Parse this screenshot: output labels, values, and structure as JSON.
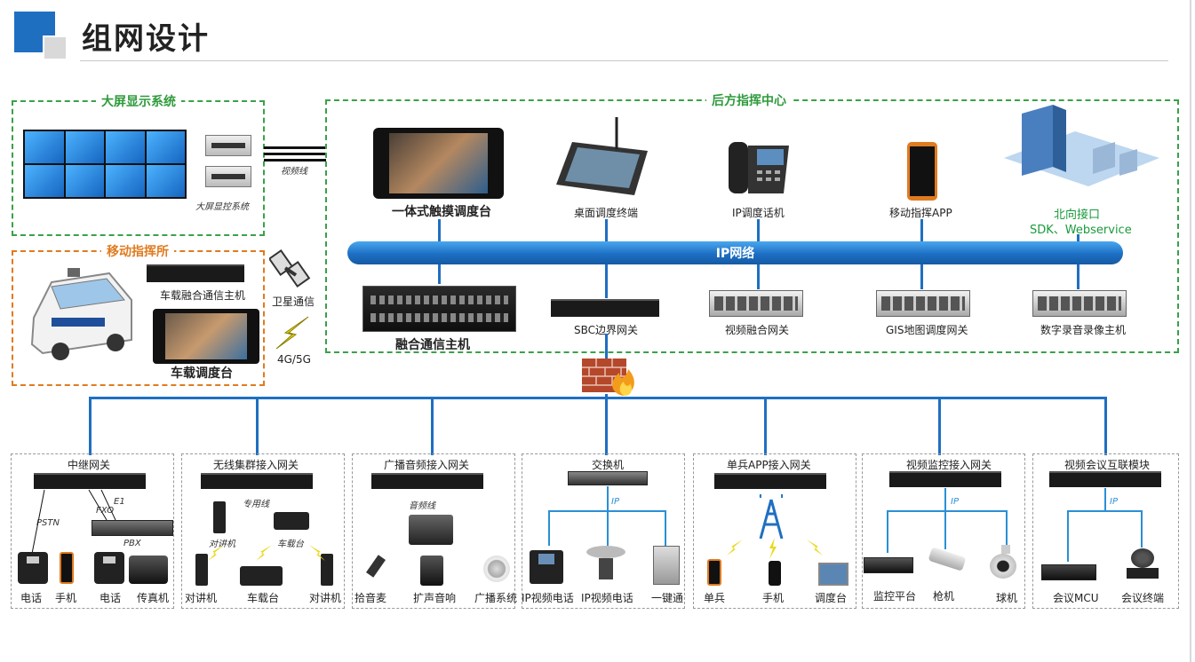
{
  "header": {
    "title": "组网设计"
  },
  "big_screen": {
    "title": "大屏显示系统",
    "ctrl_label": "大屏显控系统",
    "cable_label": "视频线"
  },
  "mobile_post": {
    "title": "移动指挥所",
    "host_label": "车载融合通信主机",
    "console_label": "车载调度台",
    "sat_label": "卫星通信",
    "cell_label": "4G/5G"
  },
  "rear_center": {
    "title": "后方指挥中心",
    "top_devices": [
      "一体式触摸调度台",
      "桌面调度终端",
      "IP调度话机",
      "移动指挥APP"
    ],
    "north_label": "北向接口",
    "north_sub": "SDK、Webservice",
    "ip_network": "IP网络",
    "bottom_devices": [
      "融合通信主机",
      "SBC边界网关",
      "视频融合网关",
      "GIS地图调度网关",
      "数字录音录像主机"
    ]
  },
  "gateways": [
    {
      "title": "中继网关",
      "labels": [
        "PSTN",
        "FXO",
        "E1",
        "PBX"
      ],
      "devices": [
        "电话",
        "手机",
        "电话",
        "传真机"
      ]
    },
    {
      "title": "无线集群接入网关",
      "labels": [
        "专用线",
        "对讲机",
        "车载台"
      ],
      "devices": [
        "对讲机",
        "车载台",
        "对讲机"
      ]
    },
    {
      "title": "广播音频接入网关",
      "labels": [
        "音频线"
      ],
      "devices": [
        "拾音麦",
        "扩声音响",
        "广播系统"
      ]
    },
    {
      "title": "交换机",
      "labels": [
        "IP"
      ],
      "devices": [
        "IP视频电话",
        "IP视频电话",
        "一键通"
      ]
    },
    {
      "title": "单兵APP接入网关",
      "labels": [],
      "devices": [
        "单兵",
        "手机",
        "调度台"
      ]
    },
    {
      "title": "视频监控接入网关",
      "labels": [
        "IP"
      ],
      "devices": [
        "监控平台",
        "枪机",
        "球机"
      ]
    },
    {
      "title": "视频会议互联模块",
      "labels": [
        "IP"
      ],
      "devices": [
        "会议MCU",
        "会议终端"
      ]
    }
  ],
  "colors": {
    "primary": "#1f6fc1",
    "green": "#3aa14a",
    "orange": "#e07b1f",
    "ip_blue": "#2a8fd6"
  }
}
